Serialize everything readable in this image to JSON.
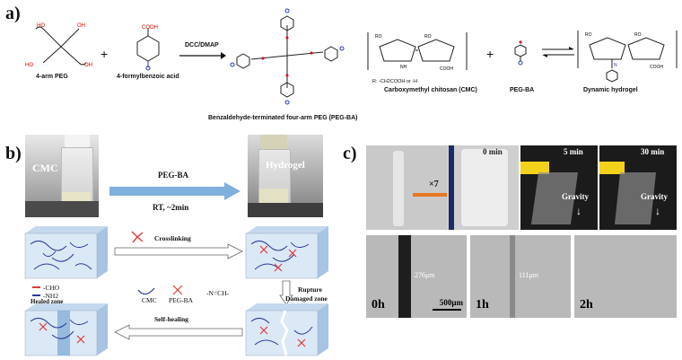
{
  "panels": {
    "a": "a)",
    "b": "b)",
    "c": "c)"
  },
  "panel_a": {
    "reactant1": "4-arm PEG",
    "plus1": "+",
    "reactant2": "4-formylbenzoic acid",
    "arrow_label": "DCC/DMAP",
    "product": "Benzaldehyde-terminated four-arm PEG (PEG-BA)",
    "cmc_note": "R: -CH2COOH or -H",
    "cmc": "Carboxymethyl chitosan (CMC)",
    "plus2": "+",
    "pegba": "PEG-BA",
    "hydrogel": "Dynamic hydrogel"
  },
  "panel_b": {
    "vial1_label": "CMC",
    "arrow_top": "PEG-BA",
    "arrow_bottom": "RT, ~2min",
    "vial2_label": "Hydrogel",
    "crosslinking": "Crosslinking",
    "rupture": "Rupture",
    "damaged_zone": "Damaged zone",
    "healed_zone": "Healed zone",
    "self_healing": "Self-healing",
    "legend_cho": "-CHO",
    "legend_nh2": "-NH2",
    "legend_cmc": "CMC",
    "legend_pegba": "PEG-BA",
    "legend_imine": "-N=CH-"
  },
  "panel_c": {
    "times_top": [
      "0 min",
      "5 min",
      "30 min"
    ],
    "multiplier": "×7",
    "gravity": "Gravity",
    "micro_times": [
      "0h",
      "1h",
      "2h"
    ],
    "gap_0h": "276μm",
    "gap_1h": "111μm",
    "scale_bar": "500μm"
  }
}
